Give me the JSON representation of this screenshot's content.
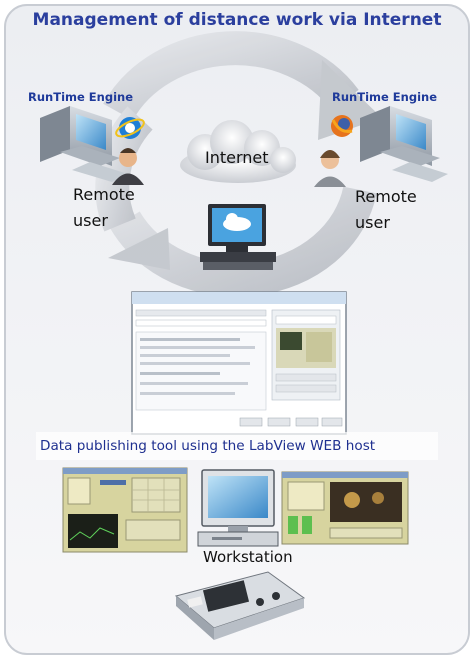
{
  "title": "Management of distance work via Internet",
  "runtime_left": "RunTime Engine",
  "runtime_right": "RunTime Engine",
  "internet_label": "Internet",
  "remote_user_left": [
    "Remote",
    "user"
  ],
  "remote_user_right": [
    "Remote",
    "user"
  ],
  "tool_caption": "Data publishing tool using the LabView WEB host",
  "workstation_label": "Workstation",
  "colors": {
    "title": "#2b3f9e",
    "caption": "#1f3090",
    "arrow": "#c6c9cf",
    "frame": "#e9ebef"
  },
  "icons": [
    "computer-icon",
    "internet-explorer-icon",
    "firefox-icon",
    "user-icon",
    "cloud-icon",
    "monitor-icon",
    "daq-device-icon"
  ]
}
